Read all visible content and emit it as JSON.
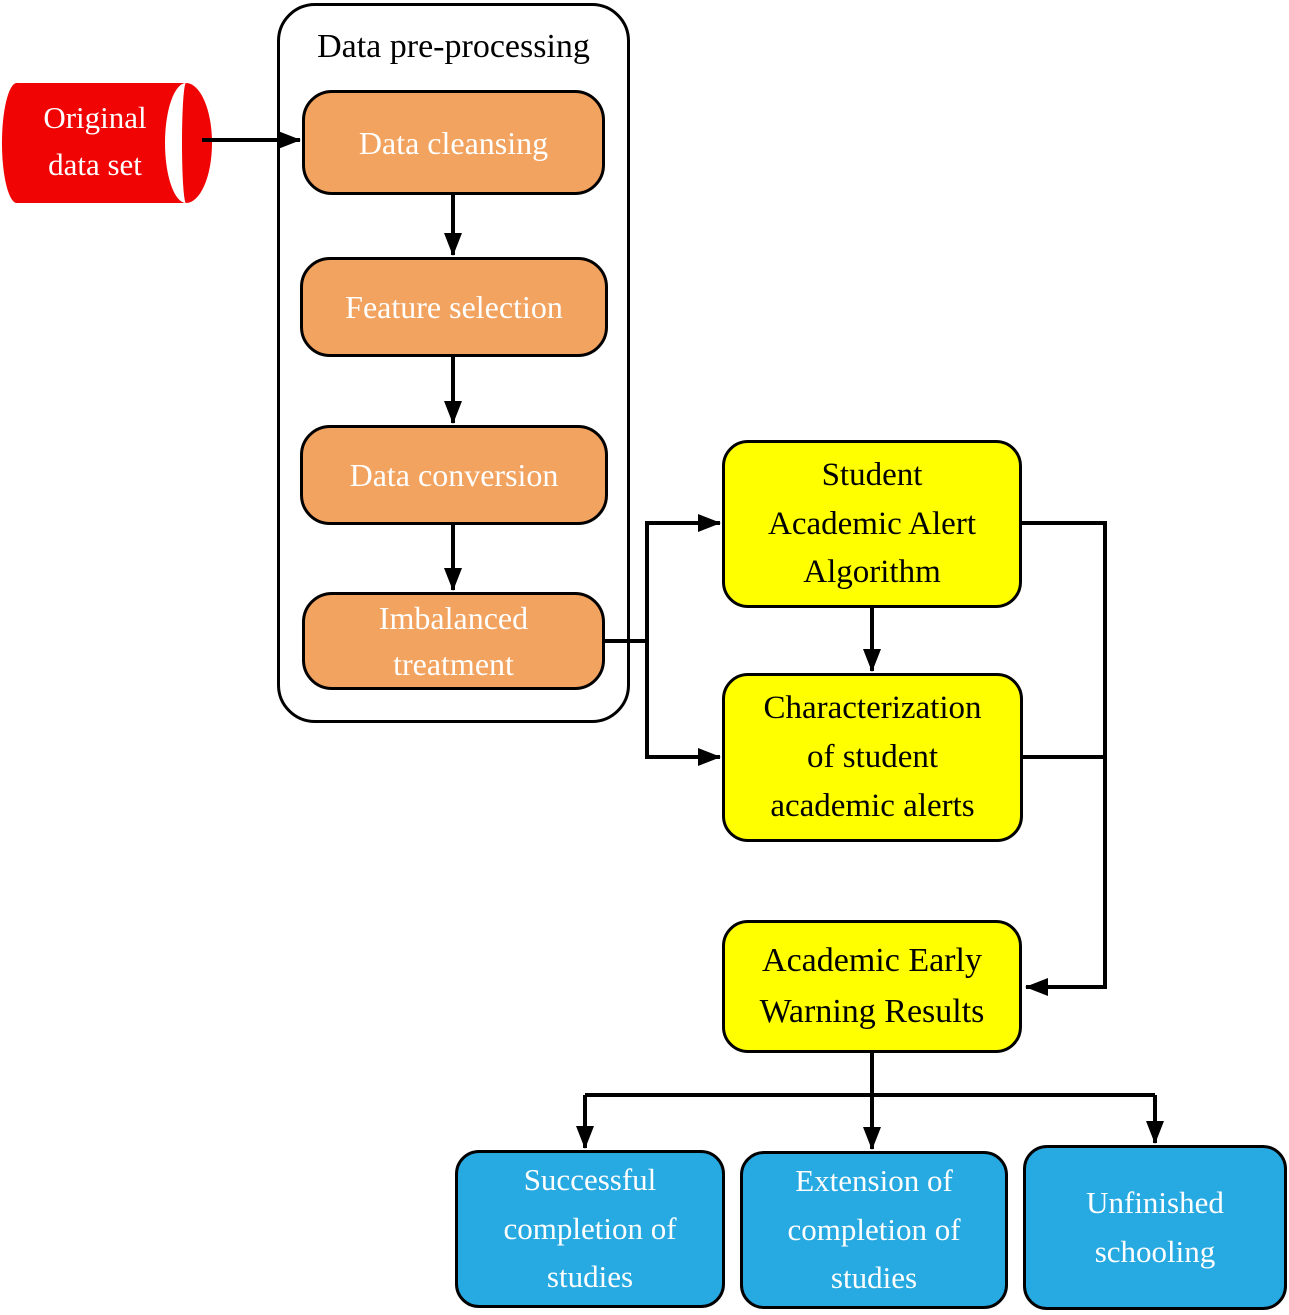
{
  "diagram": {
    "group": {
      "title": "Data pre-processing"
    },
    "nodes": {
      "original": {
        "label": "Original\ndata set",
        "shape": "cylinder"
      },
      "cleansing": {
        "label": "Data cleansing"
      },
      "feature": {
        "label": "Feature selection"
      },
      "conversion": {
        "label": "Data conversion"
      },
      "imbalanced": {
        "label": "Imbalanced\ntreatment"
      },
      "saaa": {
        "label": "Student\nAcademic Alert\nAlgorithm"
      },
      "characterization": {
        "label": "Characterization\nof student\nacademic alerts"
      },
      "aewr": {
        "label": "Academic Early\nWarning Results"
      },
      "successful": {
        "label": "Successful\ncompletion of\nstudies"
      },
      "extension": {
        "label": "Extension of\ncompletion of\nstudies"
      },
      "unfinished": {
        "label": "Unfinished\nschooling"
      }
    },
    "colors": {
      "datasource": "#f00404",
      "preprocessing": "#f2a360",
      "algorithm": "#ffff00",
      "outcome": "#27a9e1",
      "line": "#000000"
    }
  }
}
